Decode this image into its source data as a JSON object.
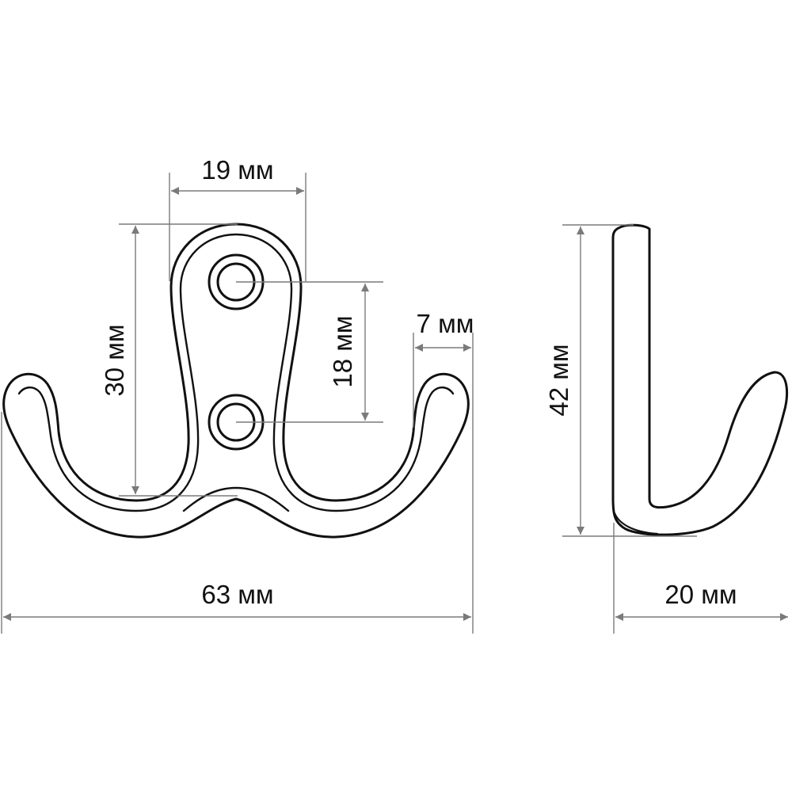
{
  "dimensions": {
    "mount_width": "19 мм",
    "total_height": "30 мм",
    "hole_spacing": "18 мм",
    "hook_tip": "7 мм",
    "total_width": "63 мм",
    "side_height": "42 мм",
    "side_depth": "20 мм"
  },
  "colors": {
    "outline": "#111111",
    "dimension_line": "#7a7a7a",
    "background": "#ffffff"
  }
}
